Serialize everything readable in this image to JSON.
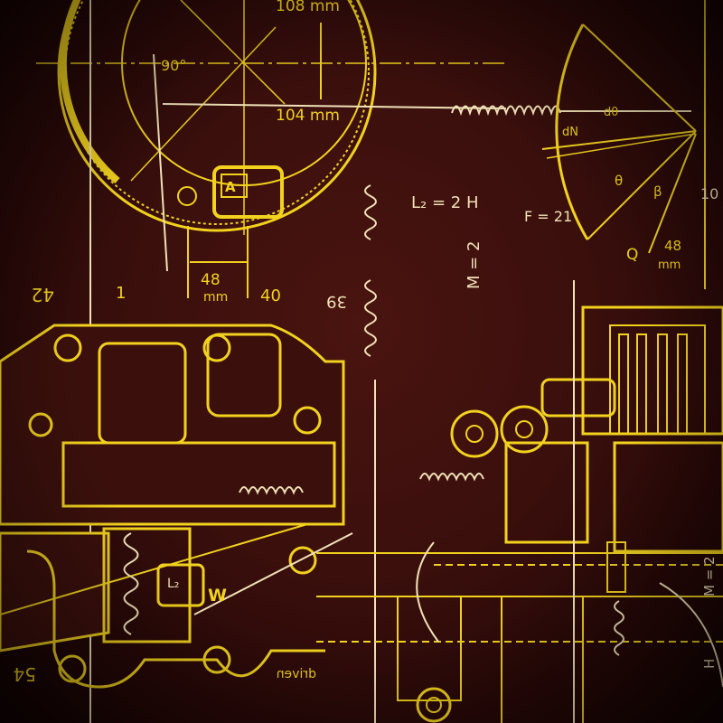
{
  "image": {
    "subject": "vintage mechanical engineering drawing in yellow and chalk-white lines on dark maroon background",
    "colors": {
      "background": "#3a0f0c",
      "edge": "#120303",
      "drawing_yellow": "#f2d21e",
      "chalk_white": "#f1e2b8"
    }
  },
  "labels": {
    "dim_108": "108 mm",
    "dim_104": "104 mm",
    "angle_90": "90°",
    "dim_48_left": "48",
    "dim_48_left_unit": "mm",
    "dim_48_right": "48",
    "dim_48_right_unit": "mm",
    "inductance": "L₂ = 2 H",
    "mutual": "M = 2",
    "f_value": "F = 21",
    "theta": "θ",
    "beta": "β",
    "d_theta": "dθ",
    "dN": "dN",
    "q_vector": "Q",
    "box_a": "A",
    "part_42": "42",
    "part_1": "1",
    "part_40": "40",
    "part_39": "39",
    "part_54": "54",
    "weight": "W",
    "driven": "driven",
    "l2_lower": "L₂",
    "h_right": "H",
    "ten": "10"
  }
}
